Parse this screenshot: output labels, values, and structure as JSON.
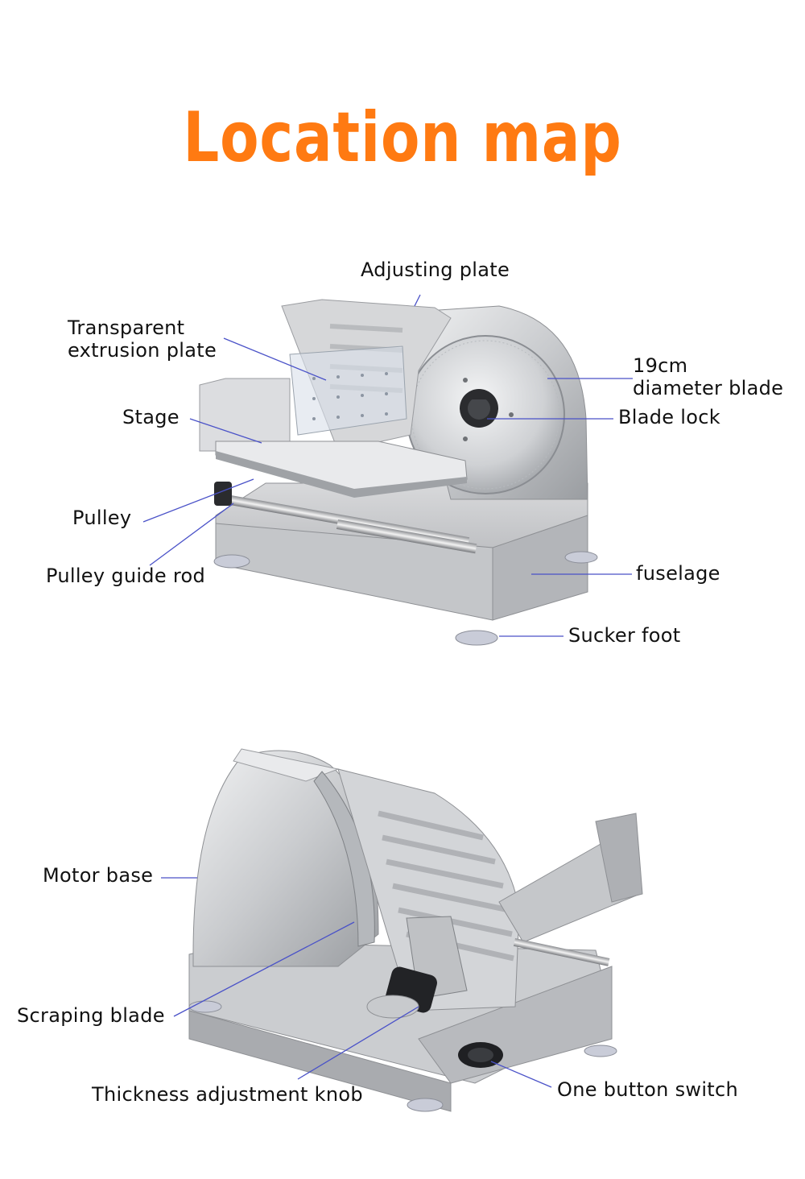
{
  "title": "Location map",
  "colors": {
    "title": "#ff7a12",
    "leader_line": "#4a52c8",
    "metal_light": "#e6e7e9",
    "metal_dark": "#9c9fa4"
  },
  "top_figure": {
    "labels": {
      "adjusting_plate": "Adjusting plate",
      "transparent_line1": "Transparent",
      "transparent_line2": "extrusion plate",
      "blade_line1": "19cm",
      "blade_line2": "diameter blade",
      "stage": "Stage",
      "blade_lock": "Blade lock",
      "pulley": "Pulley",
      "pulley_guide_rod": "Pulley guide rod",
      "fuselage": "fuselage",
      "sucker_foot": "Sucker foot"
    }
  },
  "bottom_figure": {
    "labels": {
      "motor_base": "Motor base",
      "scraping_blade": "Scraping blade",
      "thickness_knob": "Thickness adjustment knob",
      "one_button_switch": "One button switch"
    }
  }
}
